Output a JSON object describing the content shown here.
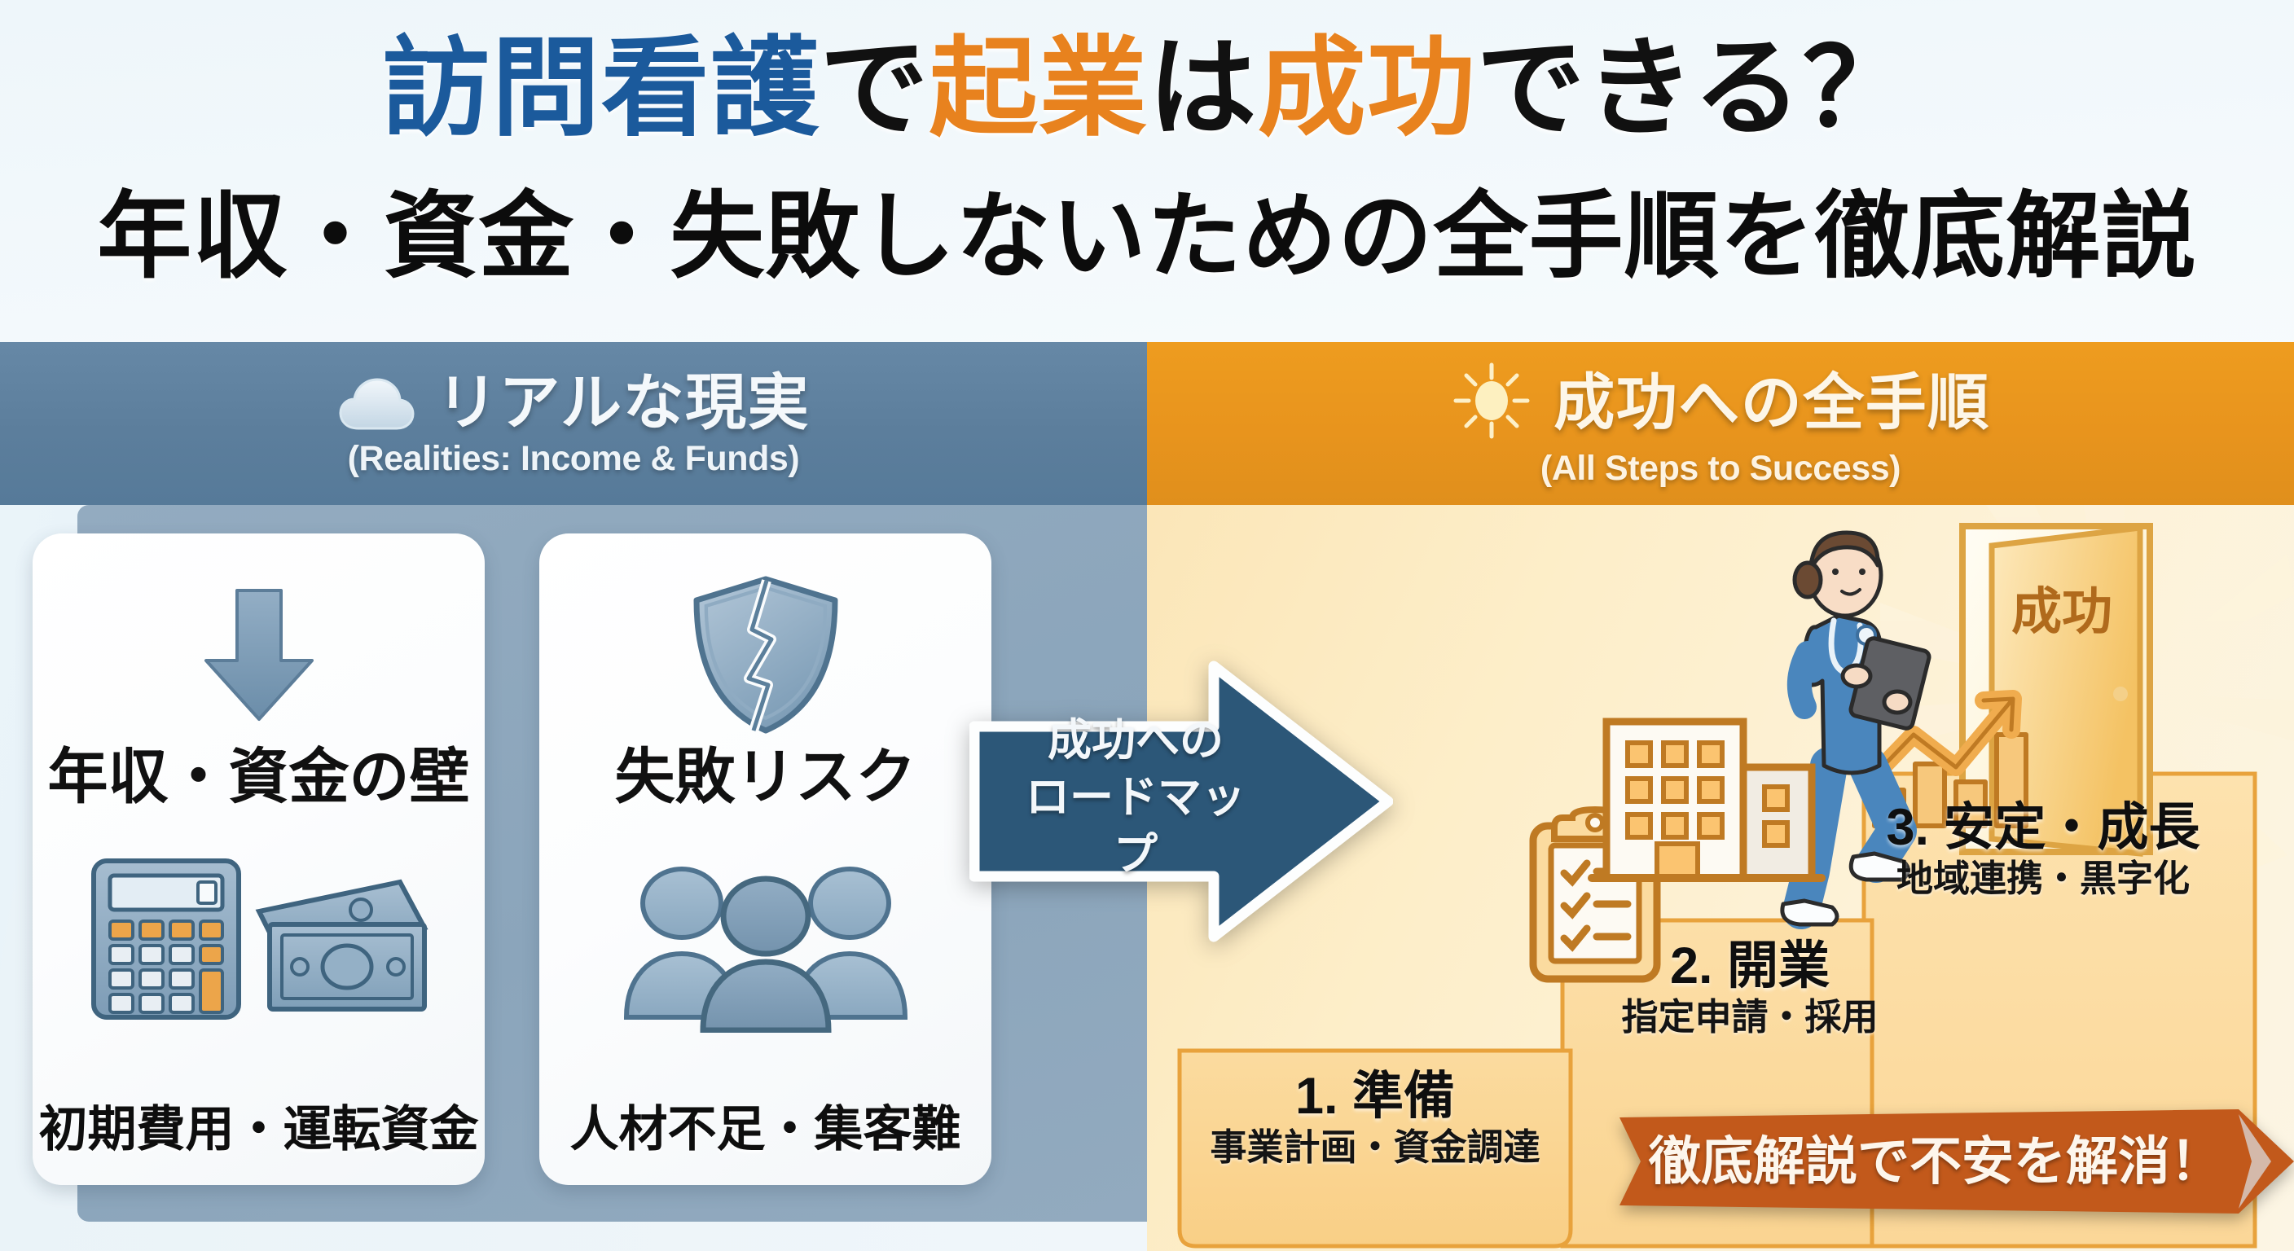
{
  "title": {
    "line1_parts": [
      {
        "text": "訪問看護",
        "color": "#1b5a9c"
      },
      {
        "text": "で",
        "color": "#111111"
      },
      {
        "text": "起業",
        "color": "#e8821e"
      },
      {
        "text": "は",
        "color": "#111111"
      },
      {
        "text": "成功",
        "color": "#e8821e"
      },
      {
        "text": "できる？",
        "color": "#111111"
      }
    ],
    "line2": "年収・資金・失敗しないための全手順を徹底解説"
  },
  "left_panel": {
    "header": {
      "icon": "cloud-icon",
      "jp": "リアルな現実",
      "en": "(Realities: Income & Funds)",
      "bg_color": "#5c7e9c"
    },
    "cards": [
      {
        "top_icon": "down-arrow-icon",
        "title": "年収・資金の壁",
        "bottom_icon": "calculator-money-icon",
        "subtitle": "初期費用・運転資金"
      },
      {
        "top_icon": "broken-shield-icon",
        "title": "失敗リスク",
        "bottom_icon": "people-group-icon",
        "subtitle": "人材不足・集客難"
      }
    ]
  },
  "roadmap_arrow": {
    "line1": "成功への",
    "line2": "ロードマップ",
    "color": "#2c5778"
  },
  "right_panel": {
    "header": {
      "icon": "sun-icon",
      "jp": "成功への全手順",
      "en": "(All Steps to Success)",
      "bg_color": "#e8941d"
    },
    "steps": [
      {
        "icon": "clipboard-checklist-icon",
        "main": "1. 準備",
        "sub": "事業計画・資金調達"
      },
      {
        "icon": "office-building-icon",
        "main": "2. 開業",
        "sub": "指定申請・採用"
      },
      {
        "icon": "nurse-with-tablet-icon",
        "main": "3. 安定・成長",
        "sub": "地域連携・黒字化"
      }
    ],
    "door": {
      "label": "成功",
      "icon": "open-door-icon",
      "chart_icon": "growth-bar-chart-icon"
    },
    "cta_banner": {
      "text": "徹底解説で不安を解消！",
      "color": "#c2591b"
    }
  },
  "colors": {
    "brand_blue": "#1b5a9c",
    "brand_orange": "#e8821e",
    "header_blue": "#5c7e9c",
    "header_orange": "#e8941d",
    "arrow_navy": "#2c5778",
    "banner_orange": "#c2591b",
    "card_plate": "#8ba5bb",
    "icon_steel": "#7e9cb5"
  }
}
